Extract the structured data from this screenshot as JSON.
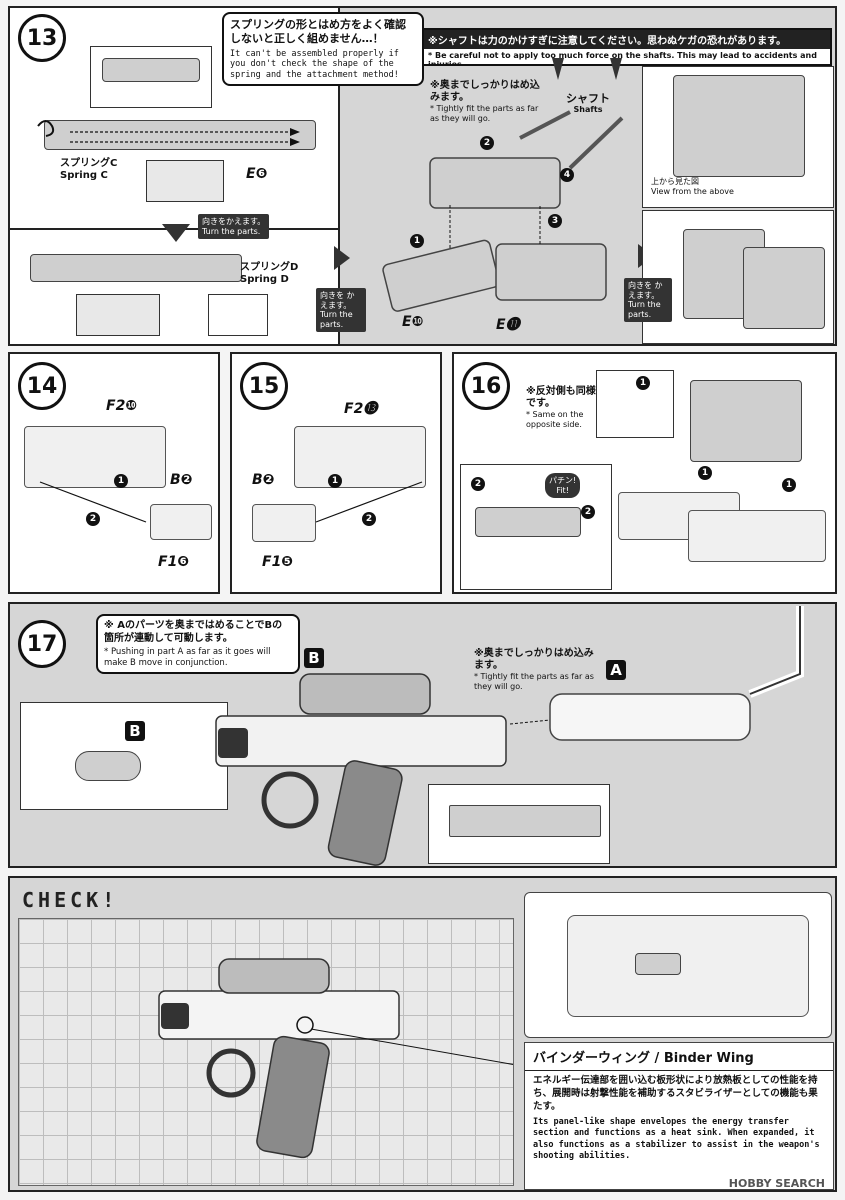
{
  "colors": {
    "ink": "#111111",
    "panel_gray": "#d6d6d6",
    "grid_line": "#bdbdbd",
    "grid_bg": "#e9e9e9"
  },
  "icons": {
    "step_badge": "circle",
    "part_number": "filled-circle",
    "arrow": "arrow-icon"
  },
  "step13": {
    "number": "13",
    "warning_jp": "スプリングの形とはめ方をよく確認しないと正しく組めません…！",
    "warning_en": "It can't be assembled properly if you don't check the shape of the spring and the attachment method!",
    "spring_c_jp": "スプリングC",
    "spring_c_en": "Spring C",
    "part_e6": "E❻",
    "turn_jp": "向きをかえます。",
    "turn_en": "Turn the parts.",
    "spring_d_jp": "スプリングD",
    "spring_d_en": "Spring D",
    "turn2_jp": "向きを かえます。",
    "turn2_en": "Turn the parts."
  },
  "shafts": {
    "caution_jp": "※シャフトは力のかけすぎに注意してください。思わぬケガの恐れがあります。",
    "caution_en": "* Be careful not to apply too much force on the shafts. This may lead to accidents and injuries.",
    "tight_jp": "※奥までしっかりはめ込みます。",
    "tight_en": "* Tightly fit the parts as far as they will go.",
    "shaft_jp": "シャフト",
    "shaft_en": "Shafts",
    "steps": [
      "1",
      "2",
      "3",
      "4"
    ],
    "part_e10": "E❿",
    "part_e11": "E⓫",
    "view_jp": "上から見た図",
    "view_en": "View from the above",
    "turn_jp": "向きを かえます。",
    "turn_en": "Turn the parts."
  },
  "step14": {
    "number": "14",
    "part_f2": "F2❿",
    "part_b": "B❷",
    "part_f1": "F1❻",
    "steps": [
      "1",
      "2"
    ]
  },
  "step15": {
    "number": "15",
    "part_f2": "F2⓭",
    "part_b": "B❷",
    "part_f1": "F1❺",
    "steps": [
      "1",
      "2"
    ]
  },
  "step16": {
    "number": "16",
    "same_jp": "※反対側も同様です。",
    "same_en": "* Same on the opposite side.",
    "fit_jp": "パチン!",
    "fit_en": "Fit!",
    "steps": [
      "1",
      "2"
    ]
  },
  "step17": {
    "number": "17",
    "note_jp": "※ Aのパーツを奥まではめることでBの箇所が連動して可動します。",
    "note_en": "* Pushing in part A as far as it goes will make B move in conjunction.",
    "tight_jp": "※奥までしっかりはめ込みます。",
    "tight_en": "* Tightly fit the parts as far as they will go.",
    "part_a": "A",
    "part_b": "B"
  },
  "check": {
    "title": "CHECK!",
    "name_jp": "バインダーウィング",
    "name_en": "Binder Wing",
    "desc_jp": "エネルギー伝達部を囲い込む板形状により放熱板としての性能を持ち、展開時は射撃性能を補助するスタビライザーとしての機能も果たす。",
    "desc_en": "Its panel-like shape envelopes the energy transfer section and functions as a heat sink. When expanded, it also functions as a stabilizer to assist in the weapon's shooting abilities."
  },
  "watermark": "HOBBY SEARCH"
}
